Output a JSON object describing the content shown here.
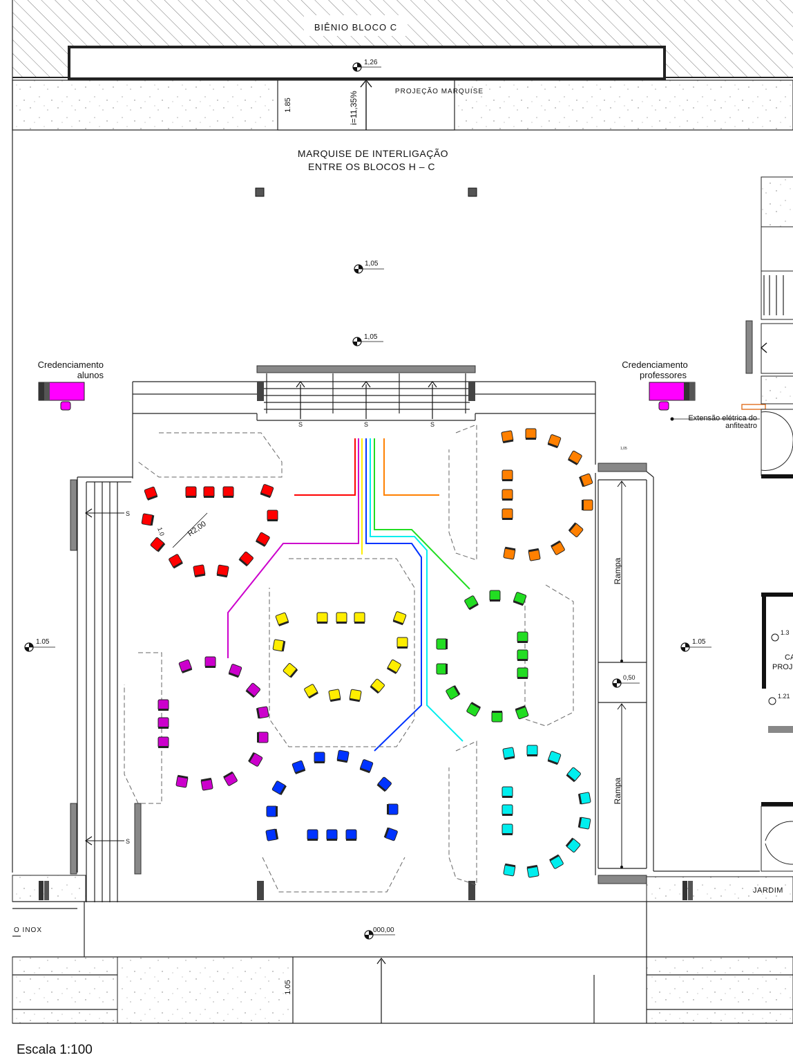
{
  "title": "BIÊNIO BLOCO C",
  "marquise": {
    "line1": "MARQUISE DE INTERLIGAÇÃO",
    "line2": "ENTRE OS BLOCOS H – C"
  },
  "projecao": "PROJEÇÃO MARQUISE",
  "slope": "i=11,35%",
  "dims": {
    "d185": "1.85",
    "d105": "1.05"
  },
  "levels": {
    "top": "1,26",
    "l1": "1,05",
    "l2": "1,05",
    "left": "1.05",
    "right": "1.05",
    "mid": "0,50",
    "bottom": "000,00",
    "small": "1,05",
    "edge1": "1.3",
    "edge2": "1.21"
  },
  "cred_alunos": {
    "line1": "Credenciamento",
    "line2": "alunos"
  },
  "cred_prof": {
    "line1": "Credenciamento",
    "line2": "professores"
  },
  "extensao": {
    "line1": "Extensão elétrica do",
    "line2": "anfiteatro"
  },
  "rampa1": "Rampa",
  "rampa2": "Rampa",
  "radius": "R2,00",
  "radius_small": "1.0",
  "stair_s": "S",
  "jardim": "JARDIM",
  "inox": "O INOX",
  "edge_ca": "CA",
  "edge_proj": "PROJ",
  "escala": "Escala 1:100",
  "colors": {
    "red": "#ff0000",
    "orange": "#ff8000",
    "magenta": "#cc00cc",
    "yellow": "#ffee00",
    "green": "#22dd22",
    "blue": "#0033ff",
    "cyan": "#00eeee",
    "pink": "#ff00ff"
  }
}
